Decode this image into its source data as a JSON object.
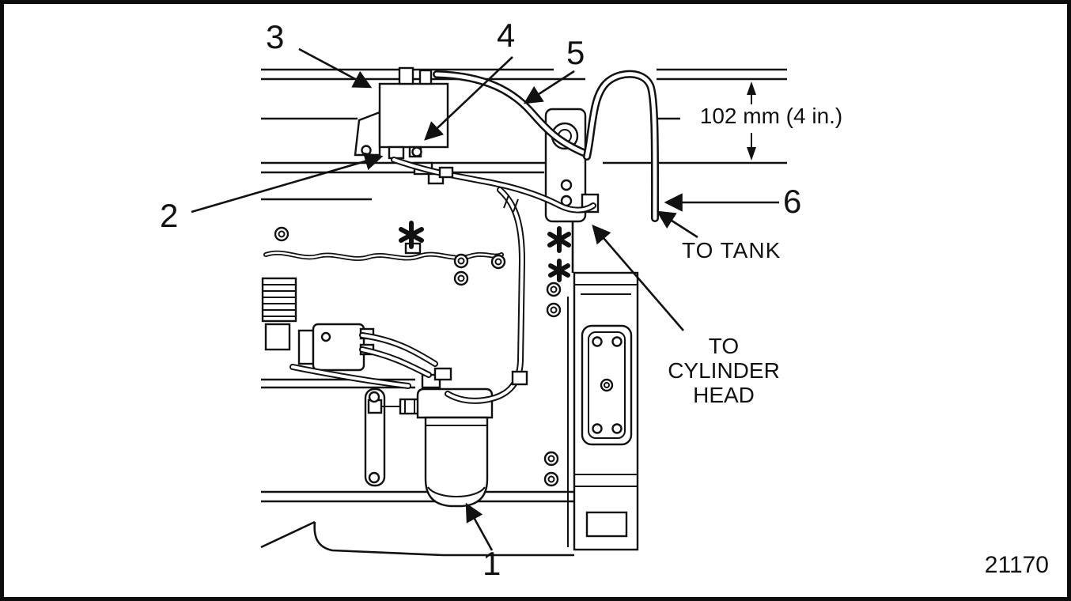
{
  "figure": {
    "id": "21170",
    "callouts": [
      {
        "number": "1"
      },
      {
        "number": "2"
      },
      {
        "number": "3"
      },
      {
        "number": "4"
      },
      {
        "number": "5"
      },
      {
        "number": "6"
      }
    ],
    "annotations": {
      "dimension": "102 mm (4 in.)",
      "to_tank": "TO TANK",
      "to_cylinder_head": "TO CYLINDER HEAD"
    }
  }
}
